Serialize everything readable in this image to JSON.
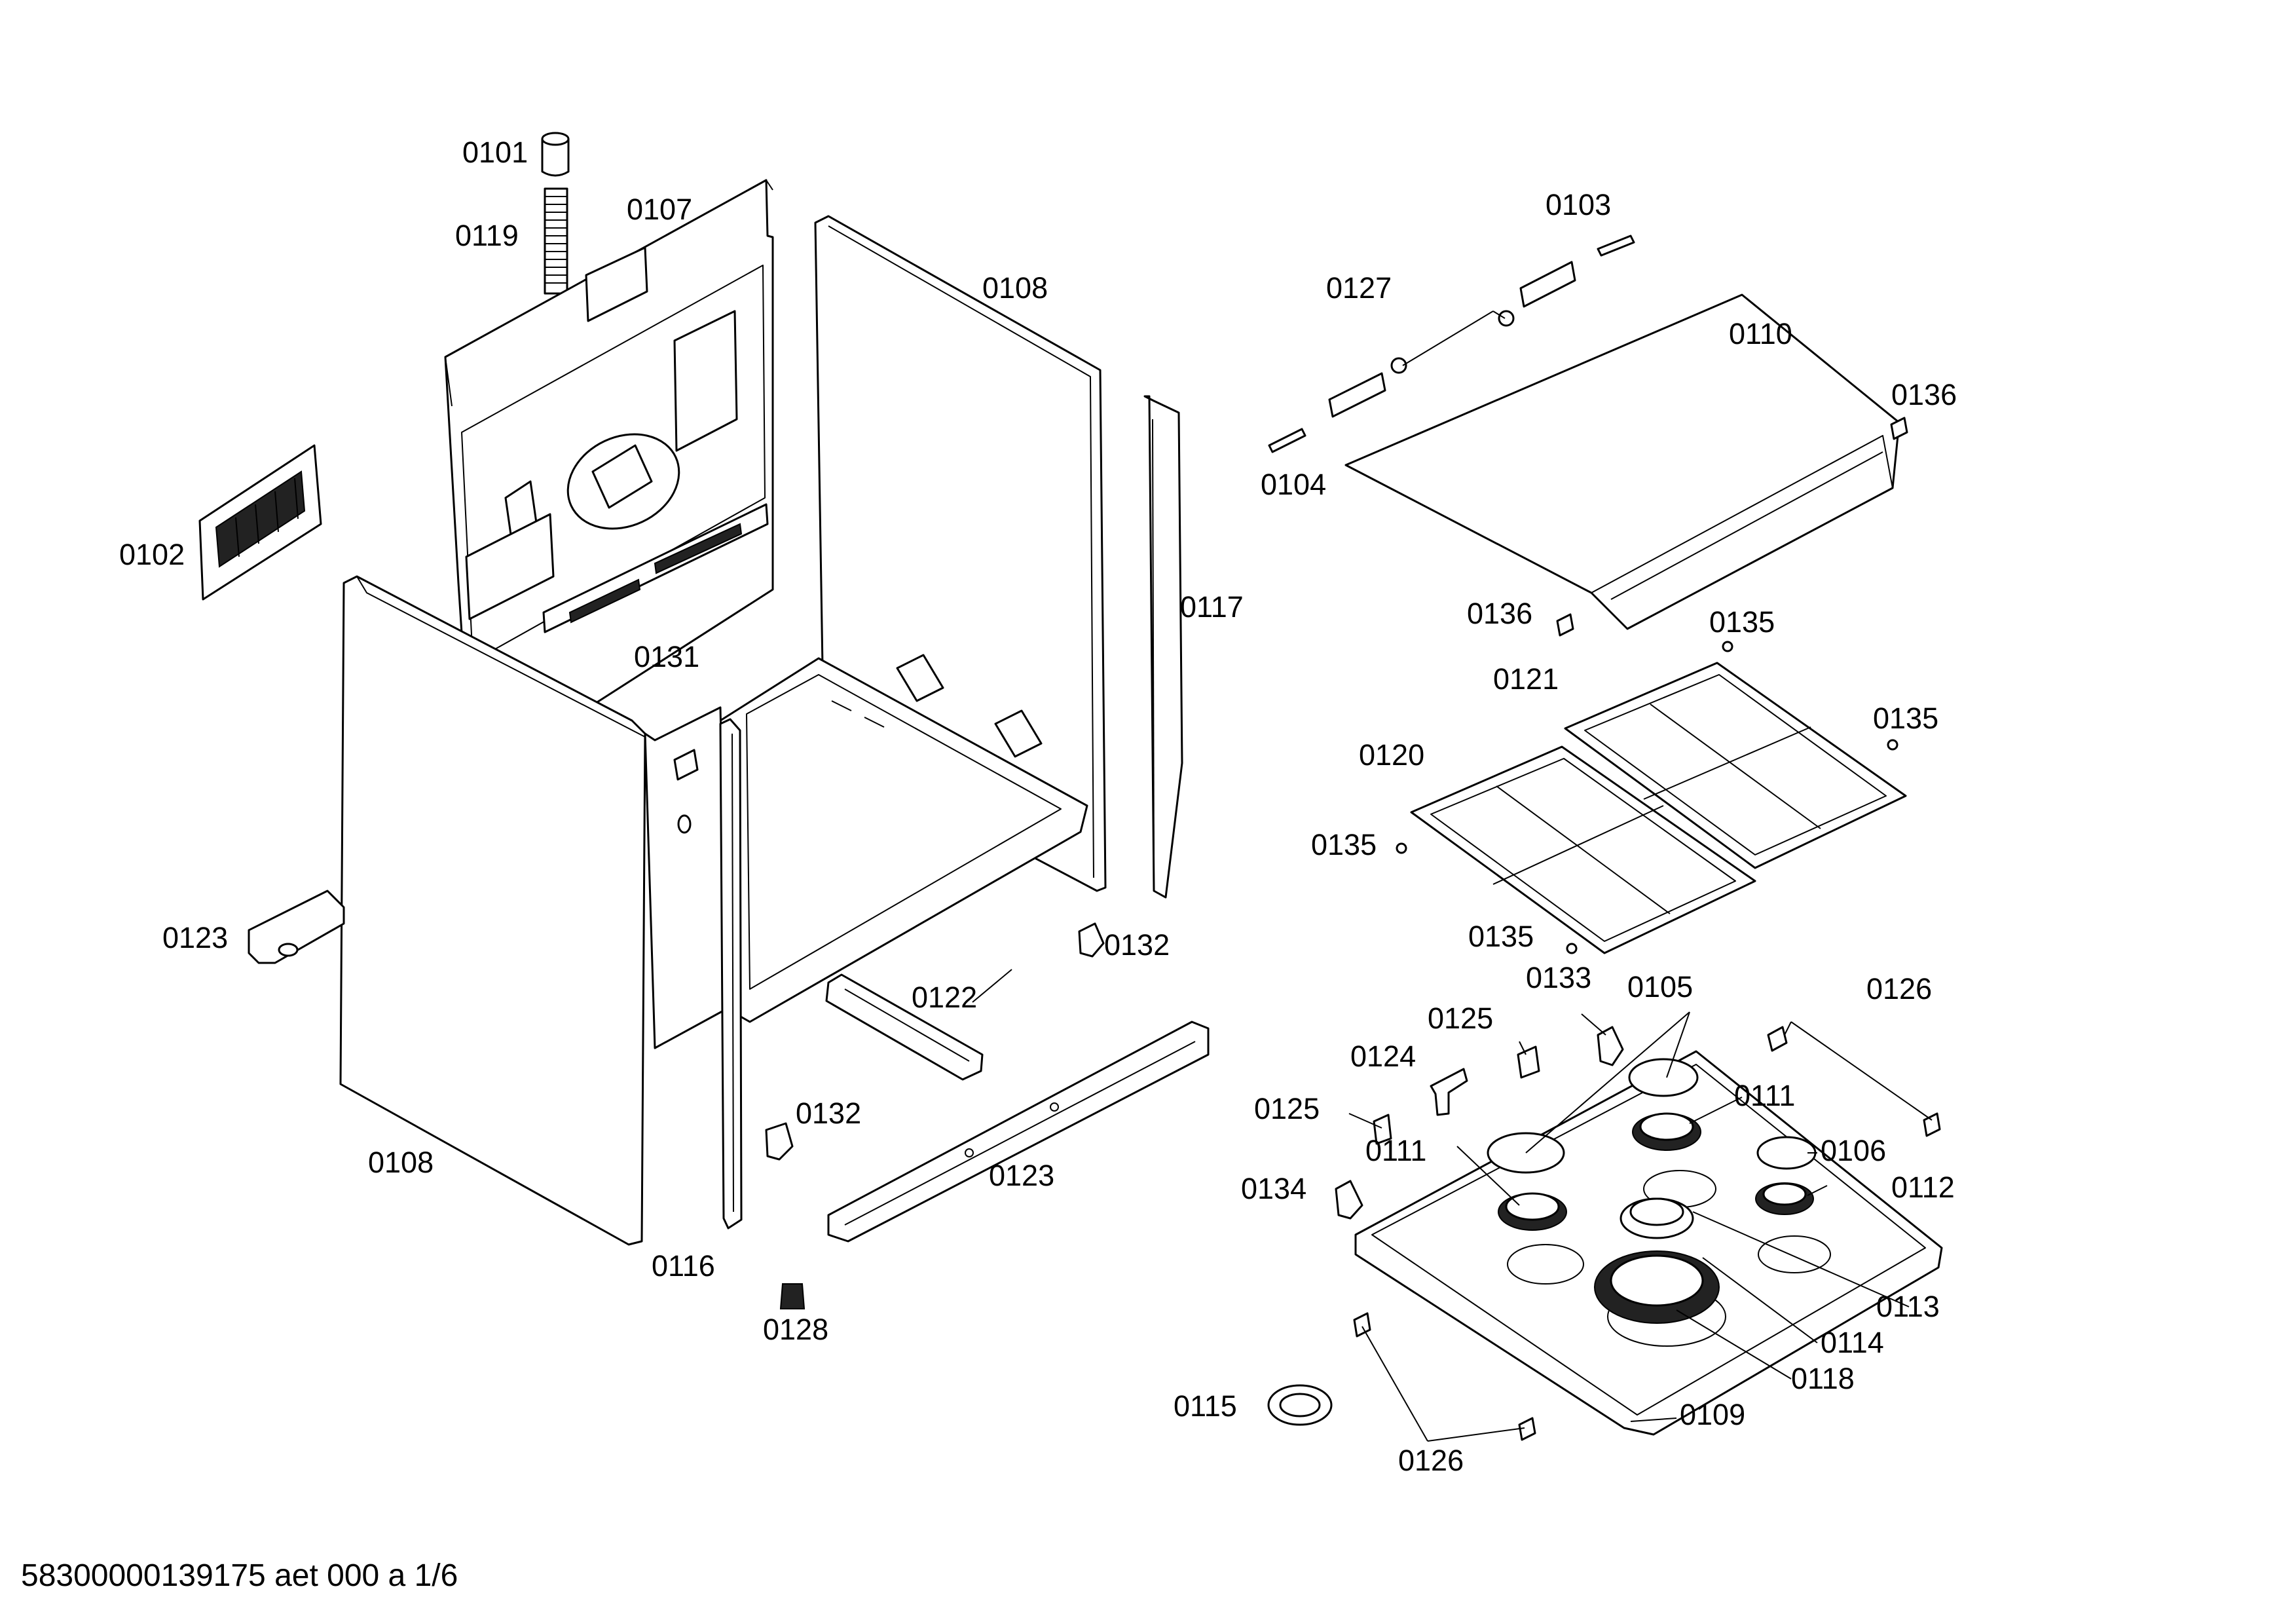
{
  "document_id": "58300000139175 aet 000 a 1/6",
  "labels": {
    "p0101": "0101",
    "p0119": "0119",
    "p0107": "0107",
    "p0108a": "0108",
    "p0108b": "0108",
    "p0102": "0102",
    "p0117": "0117",
    "p0131": "0131",
    "p0123a": "0123",
    "p0123b": "0123",
    "p0122": "0122",
    "p0132a": "0132",
    "p0132b": "0132",
    "p0116": "0116",
    "p0128": "0128",
    "p0103": "0103",
    "p0127": "0127",
    "p0110": "0110",
    "p0136a": "0136",
    "p0136b": "0136",
    "p0104": "0104",
    "p0135a": "0135",
    "p0135b": "0135",
    "p0135c": "0135",
    "p0135d": "0135",
    "p0121": "0121",
    "p0120": "0120",
    "p0133": "0133",
    "p0105": "0105",
    "p0126a": "0126",
    "p0126b": "0126",
    "p0125a": "0125",
    "p0125b": "0125",
    "p0124": "0124",
    "p0111a": "0111",
    "p0111b": "0111",
    "p0106": "0106",
    "p0112": "0112",
    "p0134": "0134",
    "p0113": "0113",
    "p0114": "0114",
    "p0118": "0118",
    "p0109": "0109",
    "p0115": "0115"
  }
}
